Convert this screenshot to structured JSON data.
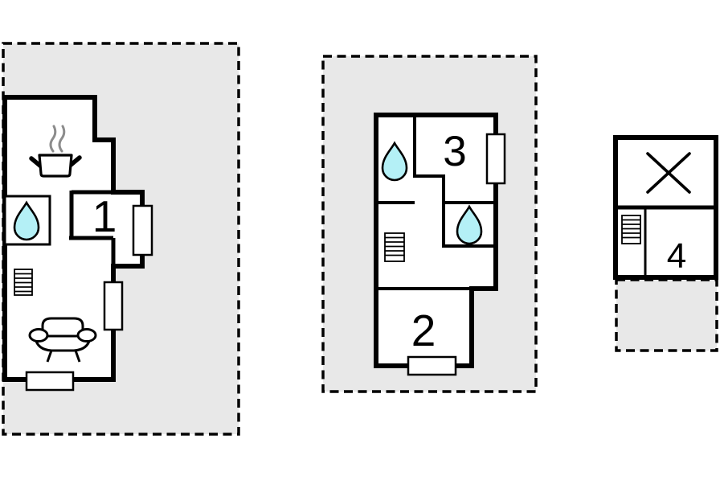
{
  "title": "floor-plans",
  "colors": {
    "background": "#ffffff",
    "wall": "#000000",
    "terrace_fill": "#e8e8e8",
    "terrace_border": "#000000",
    "water_drop_fill": "#b4f0f6",
    "steam_gray": "#8c8c8c"
  },
  "plans": [
    {
      "name": "unit-left",
      "rooms": [
        {
          "label": "1"
        }
      ],
      "icons": [
        "stove-icon",
        "water-drop-icon",
        "radiator-icon",
        "sofa-icon",
        "window",
        "window",
        "window"
      ],
      "terrace": {
        "present": true,
        "position": "surrounding-right"
      }
    },
    {
      "name": "unit-middle",
      "rooms": [
        {
          "label": "3"
        },
        {
          "label": "2"
        }
      ],
      "icons": [
        "water-drop-icon",
        "water-drop-icon",
        "radiator-icon",
        "window",
        "window"
      ],
      "terrace": {
        "present": true,
        "position": "surrounding"
      }
    },
    {
      "name": "unit-right",
      "rooms": [
        {
          "label": "4"
        }
      ],
      "icons": [
        "cross-icon",
        "radiator-icon"
      ],
      "terrace": {
        "present": true,
        "position": "below"
      }
    }
  ]
}
